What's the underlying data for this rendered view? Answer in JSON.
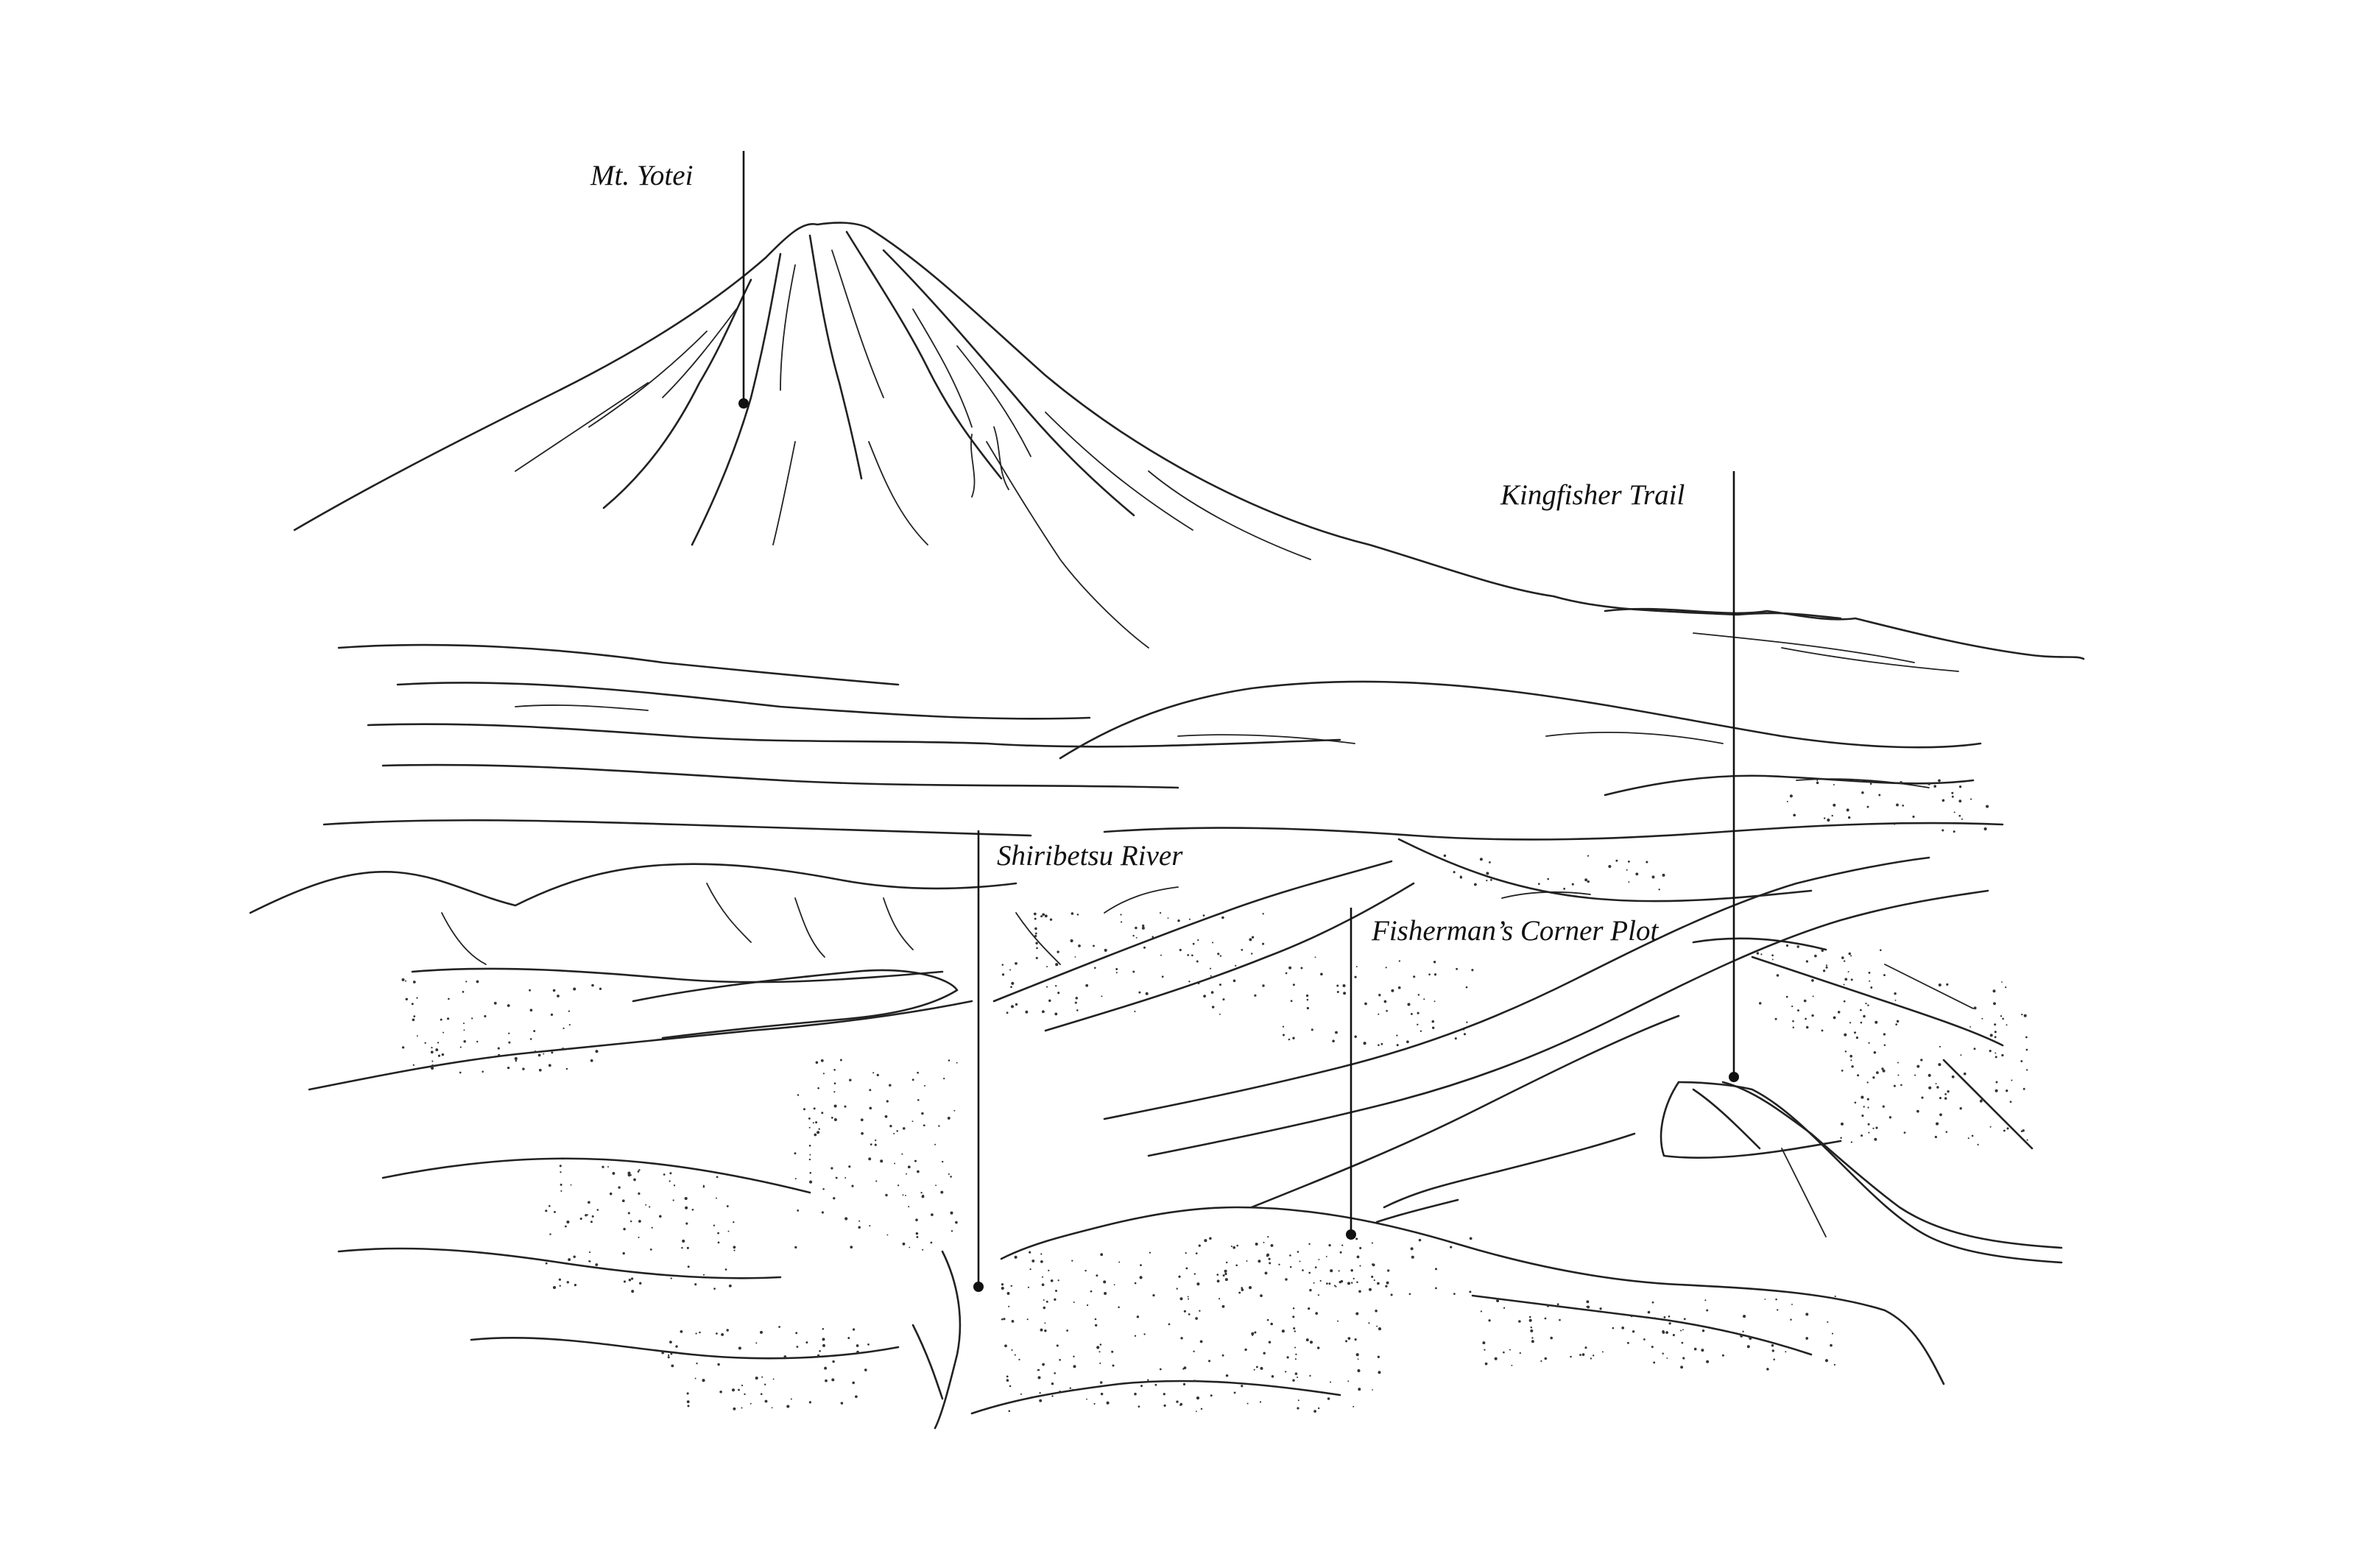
{
  "callouts": [
    {
      "id": "mt-yotei",
      "label": "Mt. Yotei"
    },
    {
      "id": "kingfisher-trail",
      "label": "Kingfisher Trail"
    },
    {
      "id": "shiribetsu-river",
      "label": "Shiribetsu River"
    },
    {
      "id": "fishermans-corner-plot",
      "label": "Fisherman’s Corner Plot"
    }
  ],
  "colors": {
    "ink": "#111111",
    "background": "#ffffff"
  }
}
